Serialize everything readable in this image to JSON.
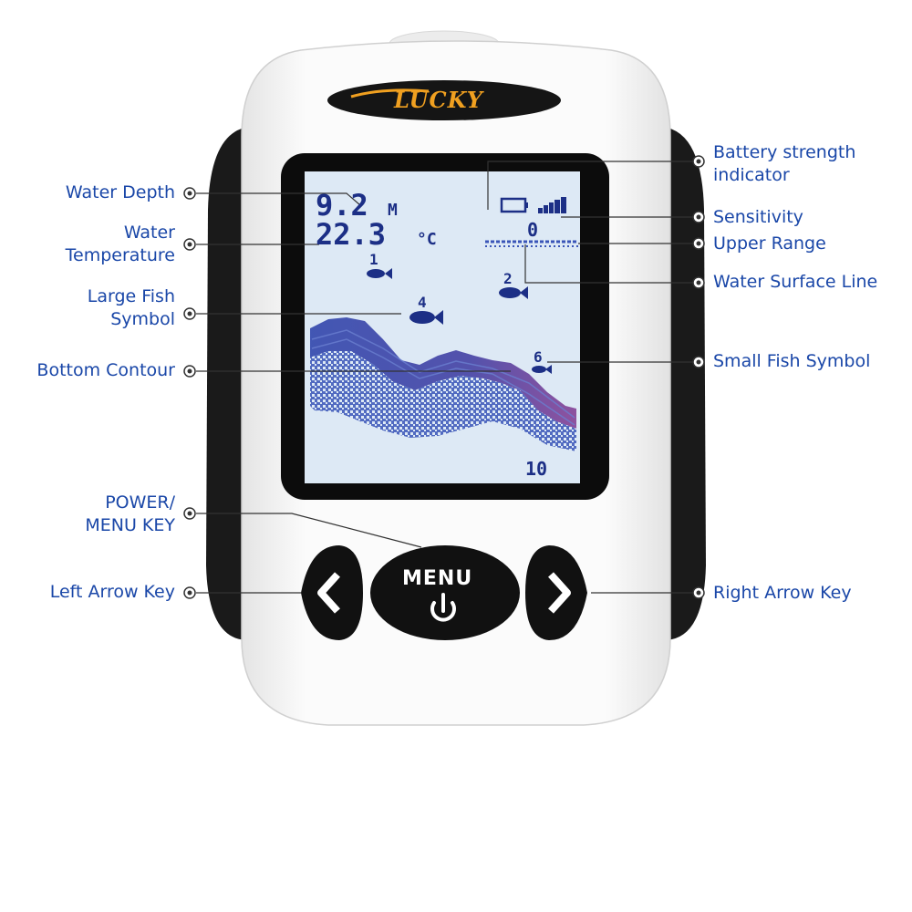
{
  "brand": {
    "logo": "LUCKY"
  },
  "screen": {
    "depth_value": "9.2",
    "depth_unit": "M",
    "temp_value": "22.3",
    "temp_unit": "°C",
    "upper_range": "0",
    "lower_range": "10",
    "fish": [
      {
        "label": "1"
      },
      {
        "label": "2"
      },
      {
        "label": "4"
      },
      {
        "label": "6"
      }
    ]
  },
  "keys": {
    "menu_label": "MENU"
  },
  "callouts": {
    "left": [
      {
        "lines": [
          "Water Depth"
        ]
      },
      {
        "lines": [
          "Water",
          "Temperature"
        ]
      },
      {
        "lines": [
          "Large Fish",
          "Symbol"
        ]
      },
      {
        "lines": [
          "Bottom Contour"
        ]
      },
      {
        "lines": [
          "POWER/",
          "MENU KEY"
        ]
      },
      {
        "lines": [
          "Left Arrow Key"
        ]
      }
    ],
    "right": [
      {
        "lines": [
          "Battery strength",
          "indicator"
        ]
      },
      {
        "lines": [
          "Sensitivity"
        ]
      },
      {
        "lines": [
          "Upper Range"
        ]
      },
      {
        "lines": [
          "Water Surface Line"
        ]
      },
      {
        "lines": [
          "Small Fish Symbol"
        ]
      },
      {
        "lines": [
          "Right Arrow Key"
        ]
      }
    ]
  },
  "colors": {
    "label_blue": "#1a47a8",
    "device_body": "#f6f6f6",
    "grip_black": "#1a1a1a",
    "lcd_background": "#dde9f5",
    "lcd_ink": "#1c2f86",
    "logo_orange": "#f0a020"
  }
}
